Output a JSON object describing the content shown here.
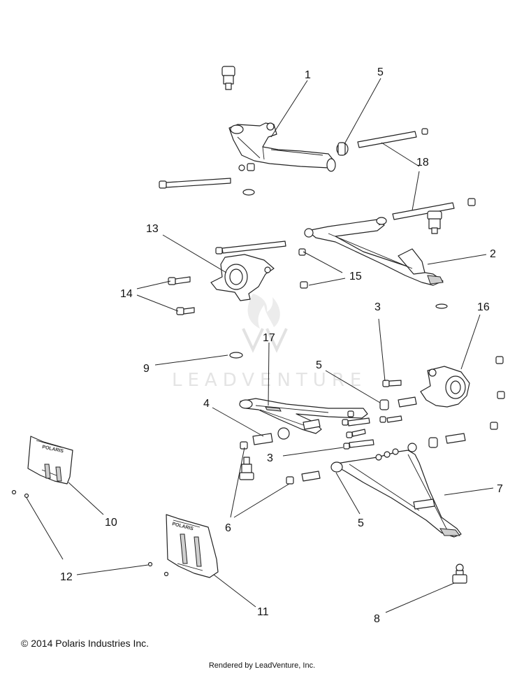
{
  "watermark": "LEADVENTURE",
  "copyright": "© 2014 Polaris Industries Inc.",
  "rendered_by": "Rendered by LeadVenture, Inc.",
  "shield_text": "POLARIS",
  "callouts": {
    "c1": "1",
    "c2": "2",
    "c3a": "3",
    "c3b": "3",
    "c4": "4",
    "c5a": "5",
    "c5b": "5",
    "c5c": "5",
    "c6": "6",
    "c7": "7",
    "c8": "8",
    "c9": "9",
    "c10": "10",
    "c11": "11",
    "c12": "12",
    "c13": "13",
    "c14": "14",
    "c15": "15",
    "c16": "16",
    "c17": "17",
    "c18": "18"
  }
}
